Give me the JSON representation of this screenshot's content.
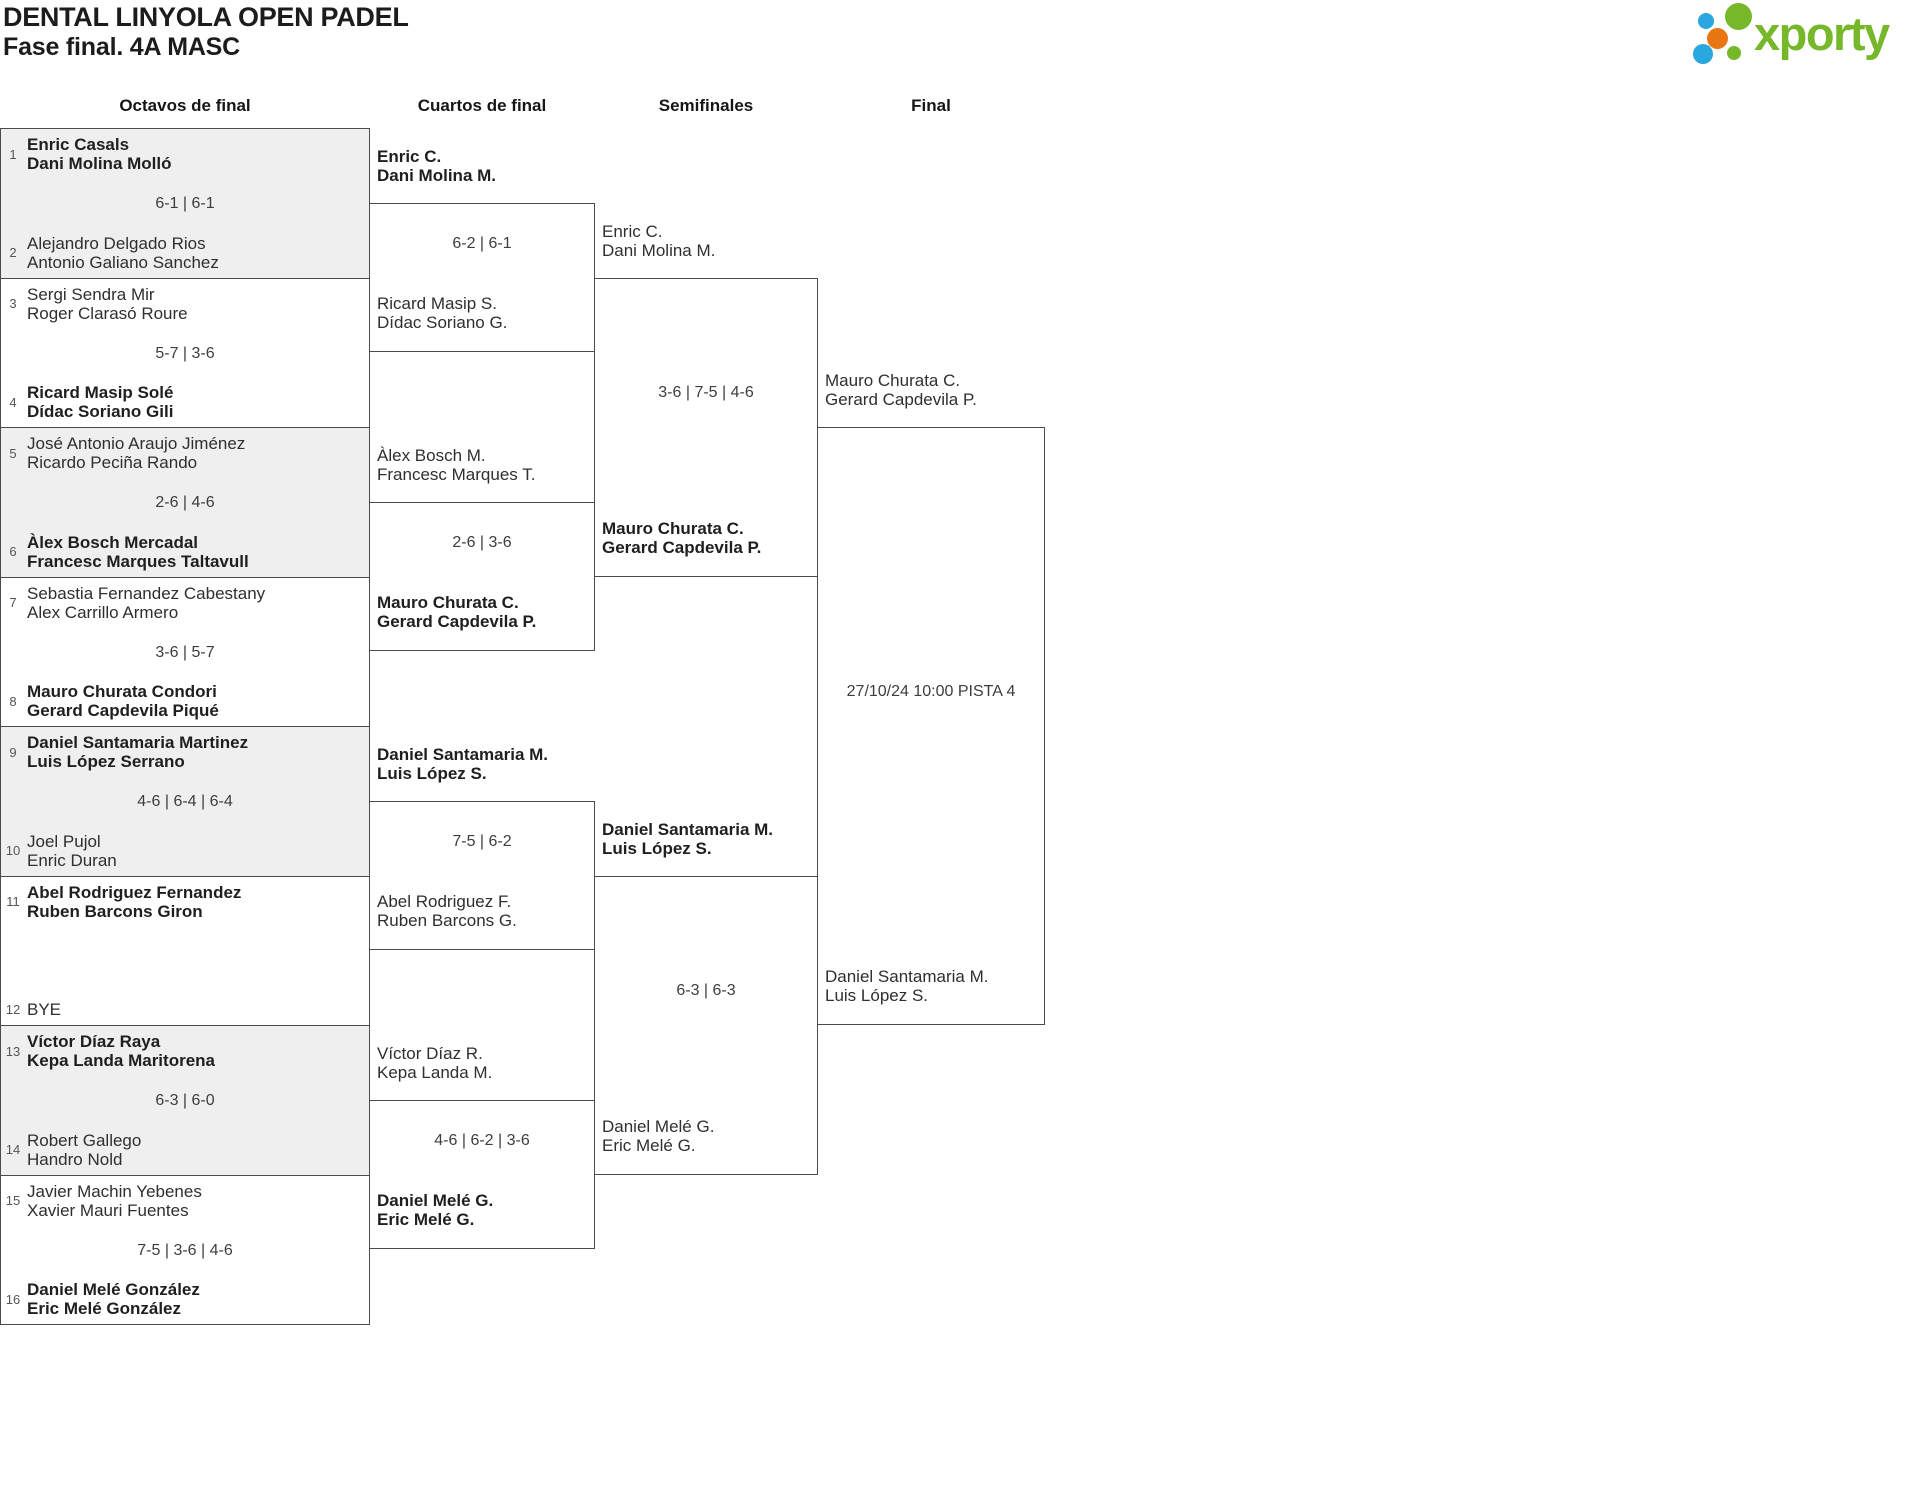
{
  "header": {
    "title": "DENTAL LINYOLA OPEN PADEL",
    "subtitle": "Fase final. 4A MASC"
  },
  "logo": {
    "text": "xporty"
  },
  "colors": {
    "shaded_box": "#efefef",
    "line": "#4b4b4b",
    "logo_green": "#76b82a",
    "logo_blue": "#29a8e0",
    "logo_orange": "#e87613"
  },
  "round_headers": {
    "octavos": "Octavos de final",
    "cuartos": "Cuartos de final",
    "semifinales": "Semifinales",
    "final": "Final"
  },
  "octavos": [
    {
      "seed1": "1",
      "p1a": "Enric Casals",
      "p1b": "Dani Molina Molló",
      "w1": true,
      "score": "6-1 | 6-1",
      "seed2": "2",
      "p2a": "Alejandro Delgado Rios",
      "p2b": "Antonio Galiano Sanchez",
      "w2": false
    },
    {
      "seed1": "3",
      "p1a": "Sergi Sendra Mir",
      "p1b": "Roger Clarasó Roure",
      "w1": false,
      "score": "5-7 | 3-6",
      "seed2": "4",
      "p2a": "Ricard Masip Solé",
      "p2b": "Dídac Soriano Gili",
      "w2": true
    },
    {
      "seed1": "5",
      "p1a": "José Antonio Araujo Jiménez",
      "p1b": "Ricardo Peciña Rando",
      "w1": false,
      "score": "2-6 | 4-6",
      "seed2": "6",
      "p2a": "Àlex Bosch Mercadal",
      "p2b": "Francesc Marques Taltavull",
      "w2": true
    },
    {
      "seed1": "7",
      "p1a": "Sebastia Fernandez Cabestany",
      "p1b": "Alex Carrillo Armero",
      "w1": false,
      "score": "3-6 | 5-7",
      "seed2": "8",
      "p2a": "Mauro Churata Condori",
      "p2b": "Gerard Capdevila Piqué",
      "w2": true
    },
    {
      "seed1": "9",
      "p1a": "Daniel Santamaria Martinez",
      "p1b": "Luis López Serrano",
      "w1": true,
      "score": "4-6 | 6-4 | 6-4",
      "seed2": "10",
      "p2a": "Joel Pujol",
      "p2b": "Enric Duran",
      "w2": false
    },
    {
      "seed1": "11",
      "p1a": "Abel Rodriguez Fernandez",
      "p1b": "Ruben Barcons Giron",
      "w1": true,
      "score": "",
      "seed2": "12",
      "p2a": "BYE",
      "p2b": "",
      "w2": false
    },
    {
      "seed1": "13",
      "p1a": "Víctor Díaz Raya",
      "p1b": "Kepa Landa Maritorena",
      "w1": true,
      "score": "6-3 | 6-0",
      "seed2": "14",
      "p2a": "Robert Gallego",
      "p2b": "Handro Nold",
      "w2": false
    },
    {
      "seed1": "15",
      "p1a": "Javier Machin Yebenes",
      "p1b": "Xavier Mauri Fuentes",
      "w1": false,
      "score": "7-5 | 3-6 | 4-6",
      "seed2": "16",
      "p2a": "Daniel Melé González",
      "p2b": "Eric Melé González",
      "w2": true
    }
  ],
  "cuartos": [
    {
      "p1a": "Enric C.",
      "p1b": "Dani Molina M.",
      "w1": true,
      "score": "6-2 | 6-1",
      "p2a": "Ricard Masip S.",
      "p2b": "Dídac Soriano G.",
      "w2": false
    },
    {
      "p1a": "Àlex Bosch M.",
      "p1b": "Francesc Marques T.",
      "w1": false,
      "score": "2-6 | 3-6",
      "p2a": "Mauro Churata C.",
      "p2b": "Gerard Capdevila P.",
      "w2": true
    },
    {
      "p1a": "Daniel Santamaria M.",
      "p1b": "Luis López S.",
      "w1": true,
      "score": "7-5 | 6-2",
      "p2a": "Abel Rodriguez F.",
      "p2b": "Ruben Barcons G.",
      "w2": false
    },
    {
      "p1a": "Víctor Díaz R.",
      "p1b": "Kepa Landa M.",
      "w1": false,
      "score": "4-6 | 6-2 | 3-6",
      "p2a": "Daniel Melé G.",
      "p2b": "Eric Melé G.",
      "w2": true
    }
  ],
  "semifinales": [
    {
      "p1a": "Enric C.",
      "p1b": "Dani Molina M.",
      "w1": false,
      "score": "3-6 | 7-5 | 4-6",
      "p2a": "Mauro Churata C.",
      "p2b": "Gerard Capdevila P.",
      "w2": true
    },
    {
      "p1a": "Daniel Santamaria M.",
      "p1b": "Luis López S.",
      "w1": true,
      "score": "6-3 | 6-3",
      "p2a": "Daniel Melé G.",
      "p2b": "Eric Melé G.",
      "w2": false
    }
  ],
  "final": {
    "p1a": "Mauro Churata C.",
    "p1b": "Gerard Capdevila P.",
    "w1": false,
    "schedule": "27/10/24 10:00 PISTA 4",
    "p2a": "Daniel Santamaria M.",
    "p2b": "Luis López S.",
    "w2": false
  }
}
